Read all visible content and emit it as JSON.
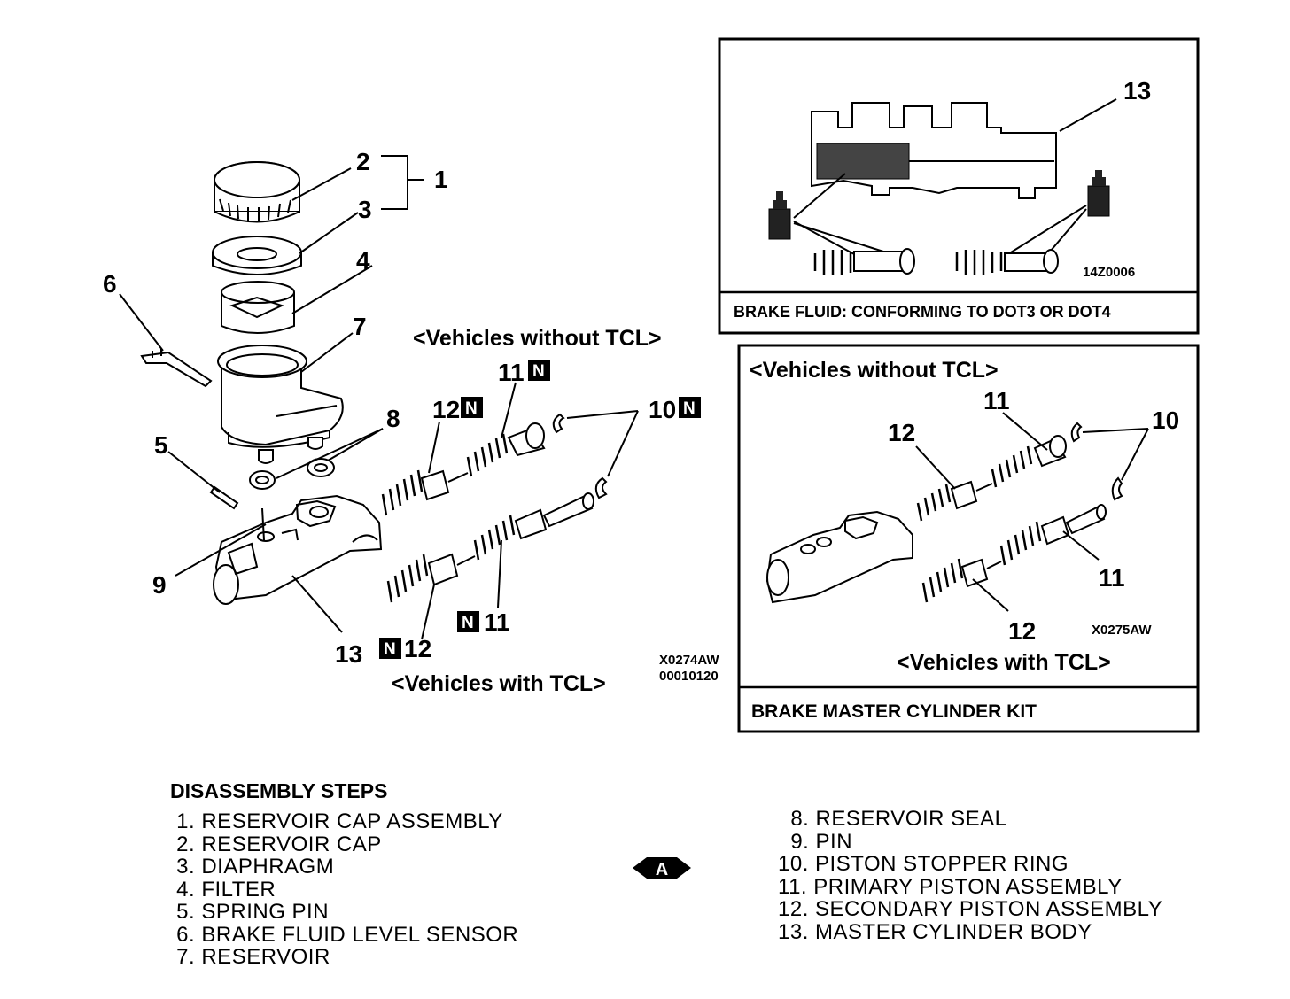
{
  "callouts": {
    "c1": "1",
    "c2": "2",
    "c3": "3",
    "c4": "4",
    "c5": "5",
    "c6": "6",
    "c7": "7",
    "c8": "8",
    "c9": "9",
    "c10": "10",
    "c11a": "11",
    "c11b": "11",
    "c12a": "12",
    "c12b": "12",
    "c13": "13"
  },
  "badge_letter": "N",
  "variant_labels": {
    "without_tcl": "<Vehicles  without  TCL>",
    "with_tcl": "<Vehicles  with  TCL>"
  },
  "ref_codes": {
    "main_1": "X0274AW",
    "main_2": "00010120",
    "fluid_box": "14Z0006",
    "kit_box": "X0275AW"
  },
  "fluid_box": {
    "callout_13": "13",
    "caption": "BRAKE FLUID: CONFORMING TO DOT3 OR DOT4"
  },
  "kit_box": {
    "heading_top": "<Vehicles  without  TCL>",
    "heading_bottom": "<Vehicles  with  TCL>",
    "callout_11a": "11",
    "callout_12a": "12",
    "callout_10": "10",
    "callout_11b": "11",
    "callout_12b": "12",
    "caption": "BRAKE MASTER CYLINDER KIT"
  },
  "steps_title": "DISASSEMBLY STEPS",
  "note_letter": "A",
  "steps_left": [
    " 1. RESERVOIR CAP ASSEMBLY",
    " 2. RESERVOIR CAP",
    " 3. DIAPHRAGM",
    " 4. FILTER",
    " 5. SPRING PIN",
    " 6. BRAKE FLUID LEVEL SENSOR",
    " 7. RESERVOIR"
  ],
  "steps_right": [
    "  8. RESERVOIR SEAL",
    "  9. PIN",
    "10. PISTON STOPPER RING",
    "11. PRIMARY PISTON ASSEMBLY",
    "12. SECONDARY PISTON ASSEMBLY",
    "13. MASTER CYLINDER BODY"
  ]
}
